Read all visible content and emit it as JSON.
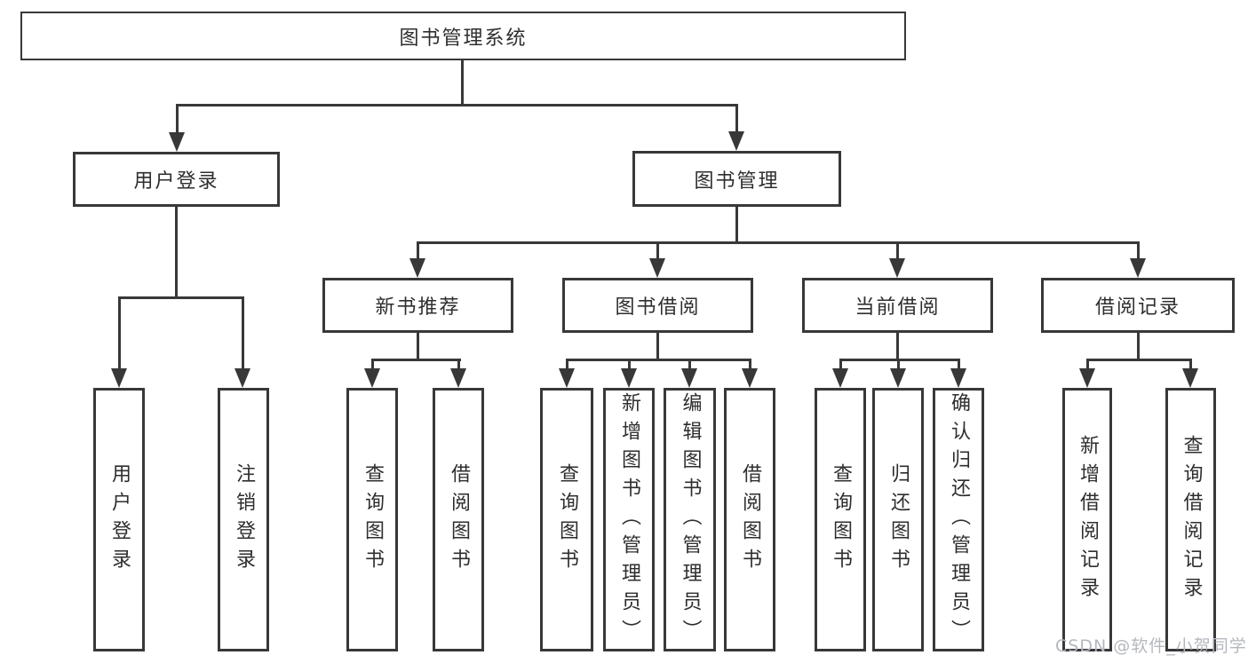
{
  "title": "图书管理系统",
  "branches": {
    "user": "用户登录",
    "book": "图书管理"
  },
  "modules": {
    "new_book": "新书推荐",
    "borrow": "图书借阅",
    "current": "当前借阅",
    "records": "借阅记录"
  },
  "leaves": {
    "user_login": "用户登录",
    "logout": "注销登录",
    "nb_query": "查询图书",
    "nb_borrow": "借阅图书",
    "bb_query": "查询图书",
    "bb_add": "新增图书（管理员）",
    "bb_edit": "编辑图书（管理员）",
    "bb_borrow": "借阅图书",
    "cb_query": "查询图书",
    "cb_return": "归还图书",
    "cb_confirm": "确认归还（管理员）",
    "rec_add": "新增借阅记录",
    "rec_query": "查询借阅记录"
  },
  "watermark": "CSDN @软件_小贺同学",
  "colors": {
    "line": "#383838",
    "text": "#2e2e2e",
    "watermark": "#b4b8bf",
    "background": "#ffffff"
  }
}
